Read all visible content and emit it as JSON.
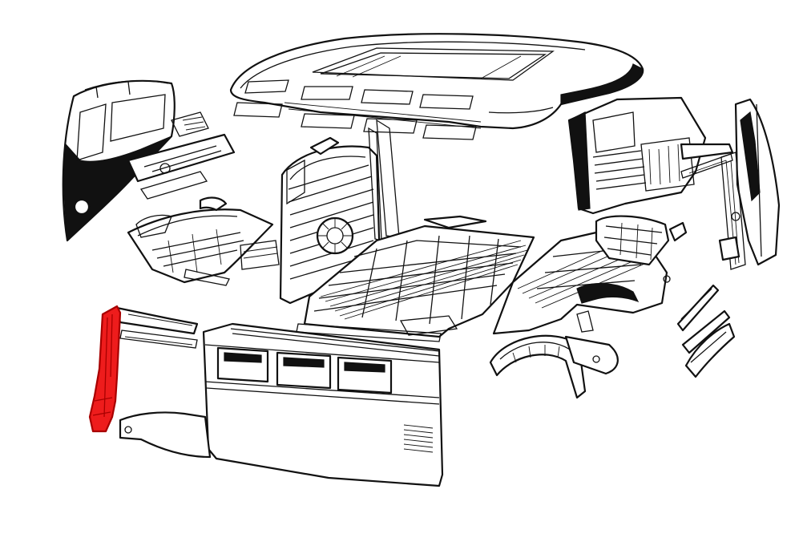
{
  "diagram": {
    "kind": "exploded body panel parts view",
    "highlighted_part": "left-rear-corner-pillar",
    "colors": {
      "background": "#ffffff",
      "line": "#111111",
      "highlight_fill": "#ee1c1c",
      "highlight_stroke": "#a80000"
    },
    "parts": [
      "roof-panel",
      "front-cab-section",
      "front-floor-section",
      "rear-bulkhead-panel",
      "cargo-floor-panel",
      "right-side-inner-panel",
      "right-rear-corner-panel",
      "rear-floor-section",
      "rear-wheel-arch",
      "rear-lower-brackets",
      "left-side-panel",
      "left-rear-corner-pillar"
    ]
  }
}
